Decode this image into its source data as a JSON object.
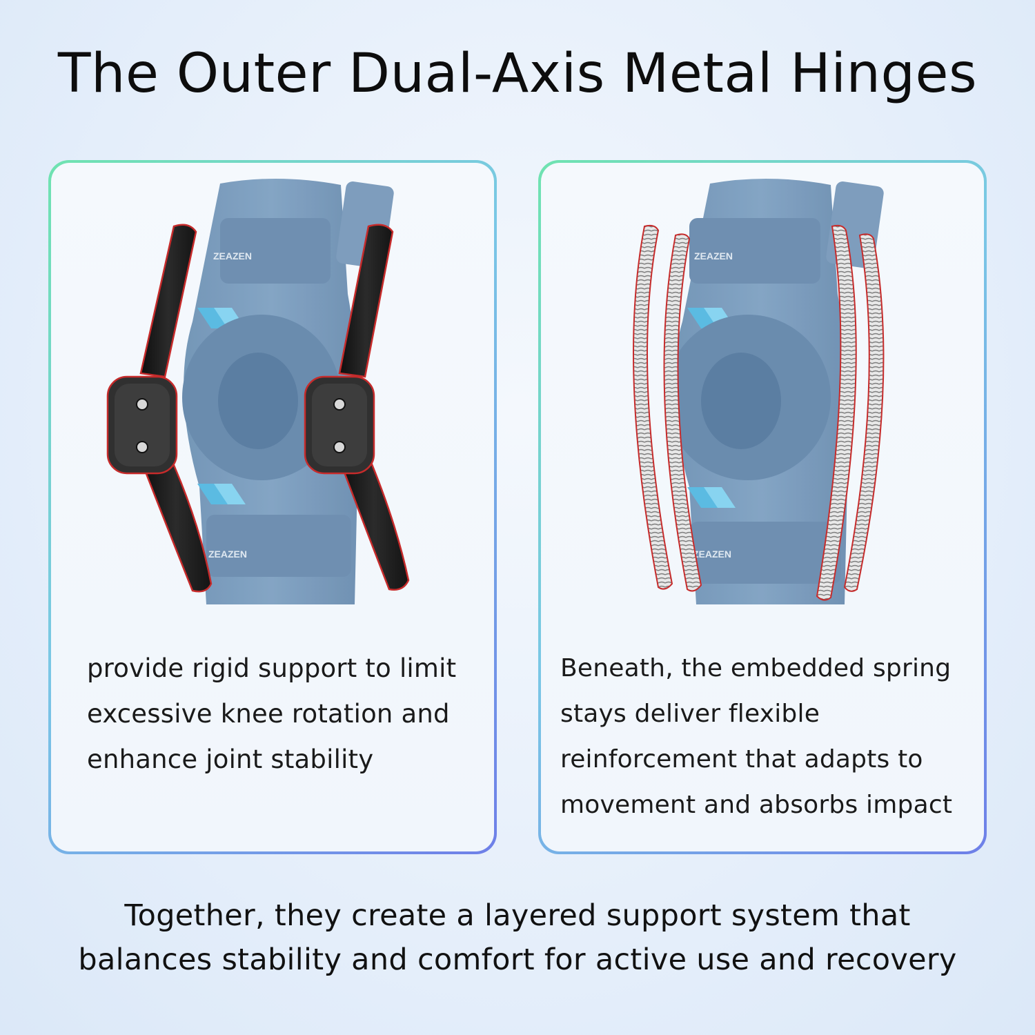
{
  "title": "The Outer Dual-Axis Metal Hinges",
  "panels": {
    "left": {
      "brand_top": "ZEAZEN",
      "brand_bottom": "ZEAZEN",
      "lines": [
        "provide rigid support to limit",
        "excessive knee rotation and",
        "enhance joint stability"
      ]
    },
    "right": {
      "brand_top": "ZEAZEN",
      "brand_bottom": "ZEAZEN",
      "lines": [
        "Beneath, the embedded spring",
        "stays deliver flexible",
        "reinforcement that adapts to",
        "movement and absorbs impact"
      ]
    }
  },
  "footer": {
    "lines": [
      "Together, they create a layered support system that",
      "balances stability and comfort for active use and recovery"
    ]
  },
  "colors": {
    "sleeve": "#6e93b5",
    "accent_stripe": "#4fb6e0",
    "hinge": "#1e1e1e",
    "outline": "#c62b2b",
    "border_gradient": [
      "#6fe3b0",
      "#6e7fe8"
    ]
  }
}
